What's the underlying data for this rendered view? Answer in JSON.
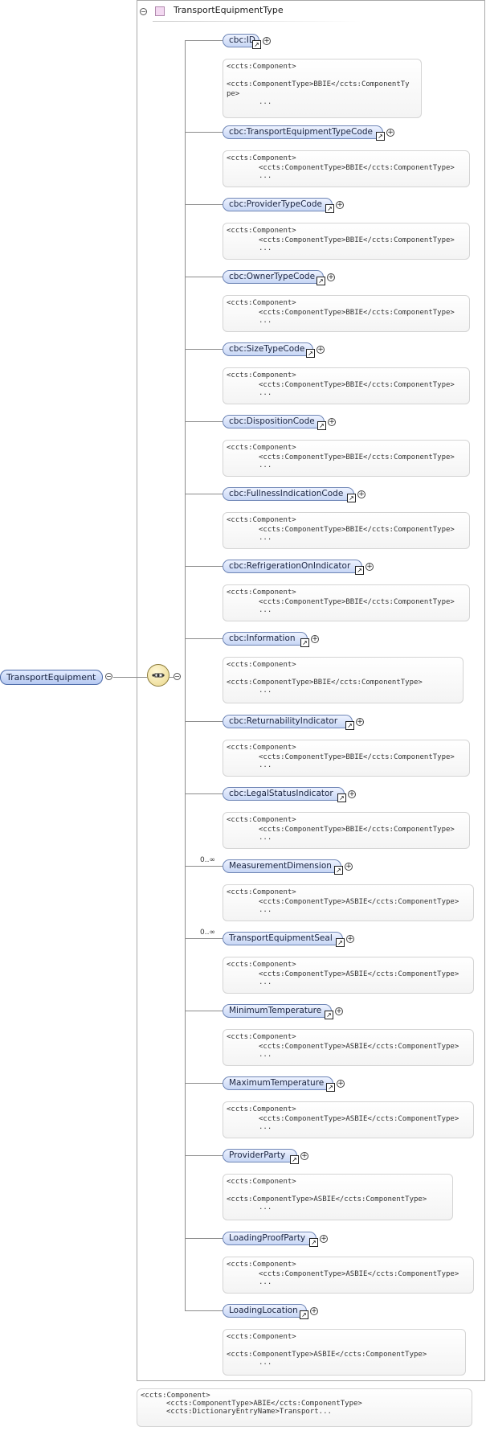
{
  "type_name": "TransportEquipmentType",
  "root_element": "TransportEquipment",
  "root_annotation": [
    "<ccts:Component>",
    "<ccts:ComponentType>ABIE</ccts:ComponentType>",
    "<ccts:DictionaryEntryName>Transport..."
  ],
  "elements": [
    {
      "name": "cbc:ID",
      "mult": "",
      "w": 46,
      "anno": [
        "<ccts:Component>",
        "<ccts:ComponentType>BBIE</ccts:ComponentTy",
        "pe>",
        "..."
      ],
      "style": "wrap",
      "aw": 248
    },
    {
      "name": "cbc:TransportEquipmentTypeCode",
      "mult": "",
      "w": 200,
      "anno": [
        "<ccts:Component>",
        "<ccts:ComponentType>BBIE</ccts:ComponentType>",
        "..."
      ],
      "style": "indent",
      "aw": 308
    },
    {
      "name": "cbc:ProviderTypeCode",
      "mult": "",
      "w": 137,
      "anno": [
        "<ccts:Component>",
        "<ccts:ComponentType>BBIE</ccts:ComponentType>",
        "..."
      ],
      "style": "indent",
      "aw": 308
    },
    {
      "name": "cbc:OwnerTypeCode",
      "mult": "",
      "w": 126,
      "anno": [
        "<ccts:Component>",
        "<ccts:ComponentType>BBIE</ccts:ComponentType>",
        "..."
      ],
      "style": "indent",
      "aw": 308
    },
    {
      "name": "cbc:SizeTypeCode",
      "mult": "",
      "w": 113,
      "anno": [
        "<ccts:Component>",
        "<ccts:ComponentType>BBIE</ccts:ComponentType>",
        "..."
      ],
      "style": "indent",
      "aw": 308
    },
    {
      "name": "cbc:DispositionCode",
      "mult": "",
      "w": 127,
      "anno": [
        "<ccts:Component>",
        "<ccts:ComponentType>BBIE</ccts:ComponentType>",
        "..."
      ],
      "style": "indent",
      "aw": 308
    },
    {
      "name": "cbc:FullnessIndicationCode",
      "mult": "",
      "w": 164,
      "anno": [
        "<ccts:Component>",
        "<ccts:ComponentType>BBIE</ccts:ComponentType>",
        "..."
      ],
      "style": "indent",
      "aw": 308
    },
    {
      "name": "cbc:RefrigerationOnIndicator",
      "mult": "",
      "w": 174,
      "anno": [
        "<ccts:Component>",
        "<ccts:ComponentType>BBIE</ccts:ComponentType>",
        "..."
      ],
      "style": "indent",
      "aw": 308
    },
    {
      "name": "cbc:Information",
      "mult": "",
      "w": 106,
      "anno": [
        "<ccts:Component>",
        "<ccts:ComponentType>BBIE</ccts:ComponentType>",
        "..."
      ],
      "style": "wrap",
      "aw": 300
    },
    {
      "name": "cbc:ReturnabilityIndicator",
      "mult": "",
      "w": 162,
      "anno": [
        "<ccts:Component>",
        "<ccts:ComponentType>BBIE</ccts:ComponentType>",
        "..."
      ],
      "style": "indent",
      "aw": 308
    },
    {
      "name": "cbc:LegalStatusIndicator",
      "mult": "",
      "w": 152,
      "anno": [
        "<ccts:Component>",
        "<ccts:ComponentType>BBIE</ccts:ComponentType>",
        "..."
      ],
      "style": "indent",
      "aw": 308
    },
    {
      "name": "MeasurementDimension",
      "mult": "0..∞",
      "w": 148,
      "anno": [
        "<ccts:Component>",
        "<ccts:ComponentType>ASBIE</ccts:ComponentType>",
        "..."
      ],
      "style": "indent",
      "aw": 313
    },
    {
      "name": "TransportEquipmentSeal",
      "mult": "0..∞",
      "w": 150,
      "anno": [
        "<ccts:Component>",
        "<ccts:ComponentType>ASBIE</ccts:ComponentType>",
        "..."
      ],
      "style": "indent",
      "aw": 313
    },
    {
      "name": "MinimumTemperature",
      "mult": "",
      "w": 136,
      "anno": [
        "<ccts:Component>",
        "<ccts:ComponentType>ASBIE</ccts:ComponentType>",
        "..."
      ],
      "style": "indent",
      "aw": 313
    },
    {
      "name": "MaximumTemperature",
      "mult": "",
      "w": 138,
      "anno": [
        "<ccts:Component>",
        "<ccts:ComponentType>ASBIE</ccts:ComponentType>",
        "..."
      ],
      "style": "indent",
      "aw": 313
    },
    {
      "name": "ProviderParty",
      "mult": "",
      "w": 93,
      "anno": [
        "<ccts:Component>",
        "<ccts:ComponentType>ASBIE</ccts:ComponentType>",
        "..."
      ],
      "style": "wrap",
      "aw": 287
    },
    {
      "name": "LoadingProofParty",
      "mult": "",
      "w": 117,
      "anno": [
        "<ccts:Component>",
        "<ccts:ComponentType>ASBIE</ccts:ComponentType>",
        "..."
      ],
      "style": "indent",
      "aw": 313
    },
    {
      "name": "LoadingLocation",
      "mult": "",
      "w": 105,
      "anno": [
        "<ccts:Component>",
        "<ccts:ComponentType>ASBIE</ccts:ComponentType>",
        "..."
      ],
      "style": "wrap",
      "aw": 303
    }
  ],
  "icons": {
    "collapse": "minus-circle-icon",
    "expand": "plus-circle-icon",
    "reference": "reference-arrow-icon",
    "sequence": "sequence-compositor-icon"
  },
  "colors": {
    "pill_top": "#eef3ff",
    "pill_bottom": "#c7d6f5",
    "pill_border": "#6f86b6",
    "frame_border": "#a9a9a9",
    "type_icon": "#f3d9f1"
  }
}
